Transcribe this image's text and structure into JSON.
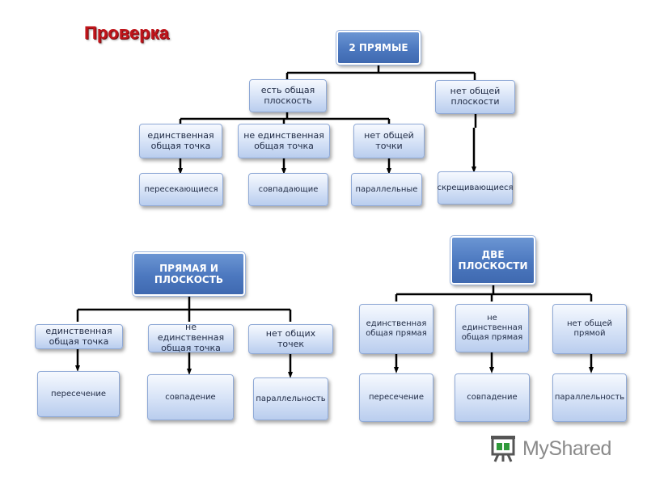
{
  "title": "Проверка",
  "colors": {
    "title": "#c0151b",
    "header_box": "#4c78bf",
    "box": "#c9d9f2",
    "line": "#000000"
  },
  "diagram1": {
    "root": "2 ПРЯМЫЕ",
    "branch_left": "есть общая плоскость",
    "branch_right": "нет общей плоскости",
    "cases": [
      "единственная общая точка",
      "не единственная общая точка",
      "нет общей точки"
    ],
    "results": [
      "пересекающиеся",
      "совпадающие",
      "параллельные",
      "скрещивающиеся"
    ]
  },
  "diagram2": {
    "root": "ПРЯМАЯ И ПЛОСКОСТЬ",
    "cases": [
      "единственная общая точка",
      "не единственная общая точка",
      "нет общих точек"
    ],
    "results": [
      "пересечение",
      "совпадение",
      "параллельность"
    ]
  },
  "diagram3": {
    "root": "ДВЕ ПЛОСКОСТИ",
    "cases": [
      "единственная общая прямая",
      "не единственная общая прямая",
      "нет общей прямой"
    ],
    "results": [
      "пересечение",
      "совпадение",
      "параллельность"
    ]
  },
  "logo": {
    "text": "MyShared",
    "icon": "presentation-board-icon"
  }
}
